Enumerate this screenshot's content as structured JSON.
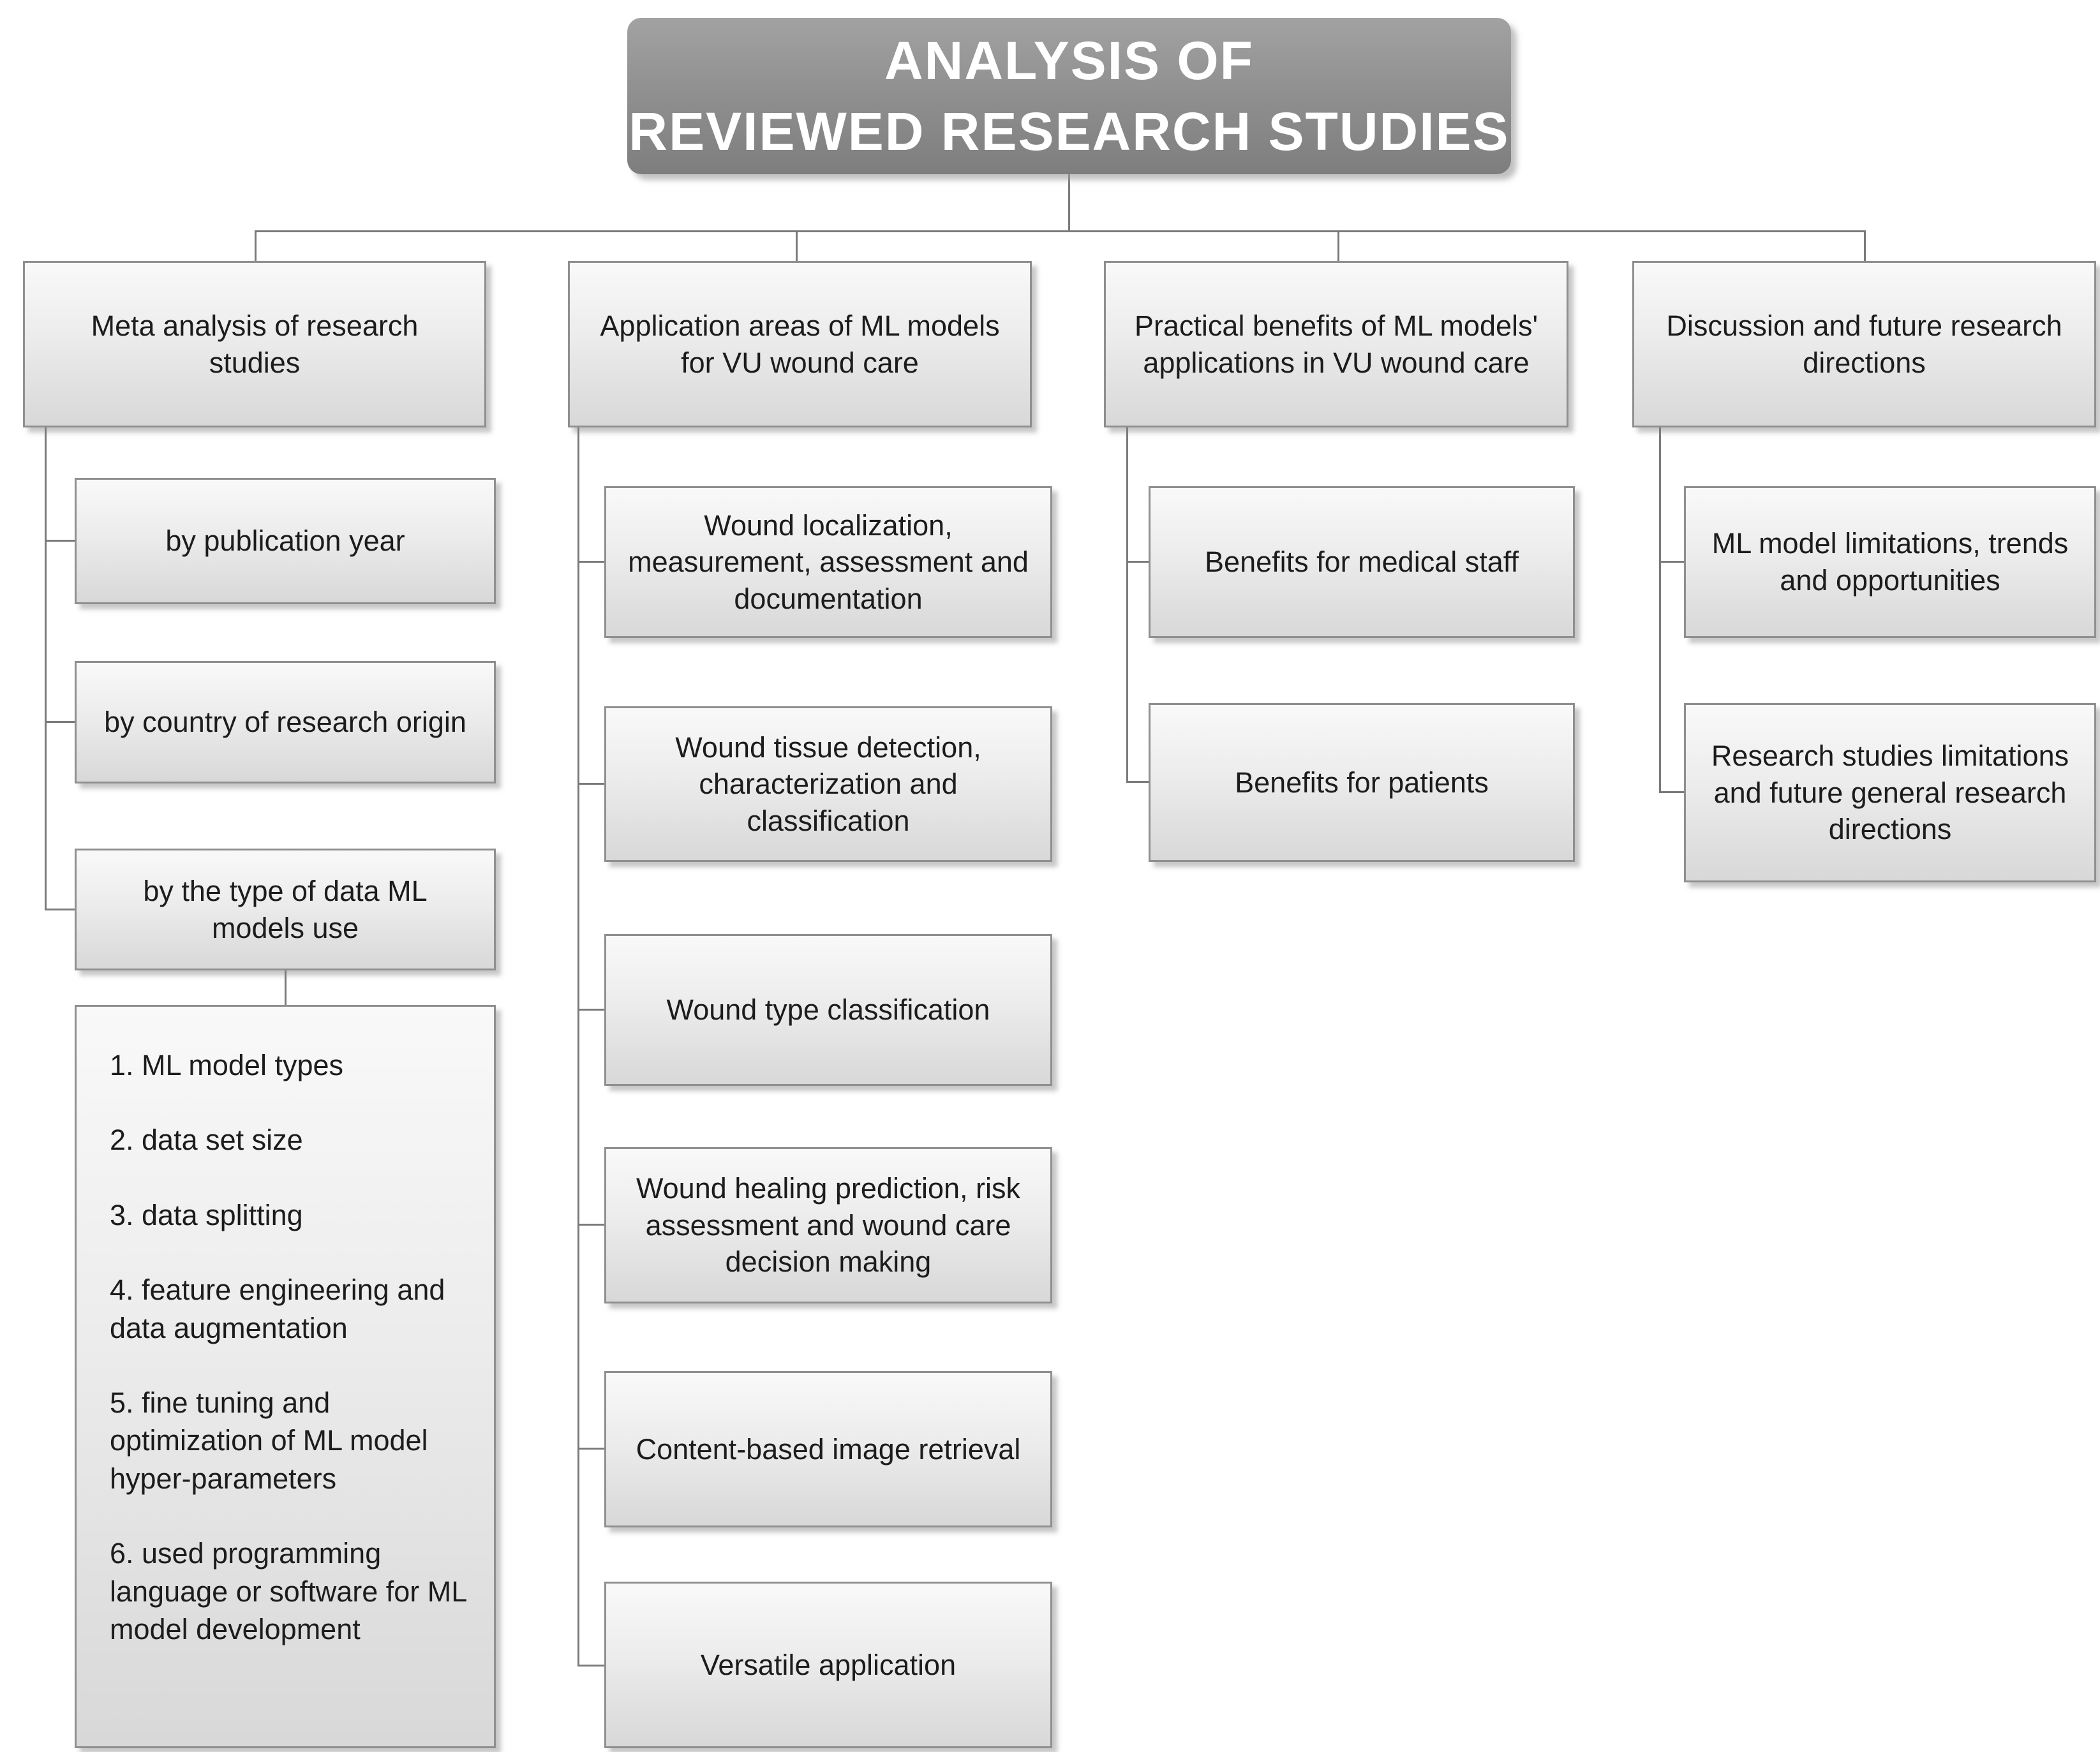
{
  "title": {
    "text": "ANALYSIS OF\nREVIEWED RESEARCH STUDIES"
  },
  "columns": [
    {
      "header": "Meta analysis of research studies",
      "children": [
        "by publication year",
        "by country of research origin",
        "by the type of data ML models use"
      ],
      "detail_list": [
        "1. ML model types",
        "2. data set size",
        "3. data splitting",
        "4. feature engineering and data augmentation",
        "5. fine tuning and optimization of ML model hyper-parameters",
        "6. used programming language or software for ML model development"
      ]
    },
    {
      "header": "Application areas of ML models for VU wound care",
      "children": [
        "Wound localization, measurement, assessment and documentation",
        "Wound tissue detection, characterization and classification",
        "Wound type classification",
        "Wound healing prediction, risk assessment and wound care decision making",
        "Content-based image retrieval",
        "Versatile application"
      ]
    },
    {
      "header": "Practical benefits of ML models' applications in VU wound care",
      "children": [
        "Benefits for medical staff",
        "Benefits for patients"
      ]
    },
    {
      "header": "Discussion and future research directions",
      "children": [
        "ML model limitations, trends and opportunities",
        "Research studies limitations and future general research directions"
      ]
    }
  ],
  "colors": {
    "node-fill-top": "#f9f9f9",
    "node-fill-bottom": "#d8d8d8",
    "node-border": "#8f8f8f",
    "title-fill-top": "#a2a2a2",
    "title-fill-bottom": "#7e7e7e",
    "title-text": "#ffffff",
    "connector": "#7a7a7a",
    "node-text": "#1c1c1c",
    "background": "#ffffff"
  }
}
